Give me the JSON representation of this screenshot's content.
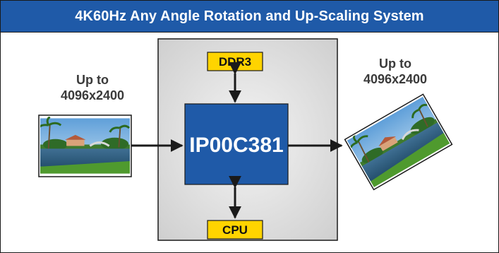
{
  "title": "4K60Hz Any Angle Rotation and Up-Scaling System",
  "input": {
    "line1": "Up to",
    "line2": "4096x2400"
  },
  "output": {
    "line1": "Up to",
    "line2": "4096x2400"
  },
  "core": {
    "label": "IP00C381"
  },
  "memory": {
    "label": "DDR3"
  },
  "cpu": {
    "label": "CPU"
  },
  "colors": {
    "title_bar": "#1f5aa8",
    "core_block": "#1f5aa8",
    "label_box": "#ffd400",
    "panel": "#e6e6e6",
    "arrow": "#1a1a1a"
  }
}
